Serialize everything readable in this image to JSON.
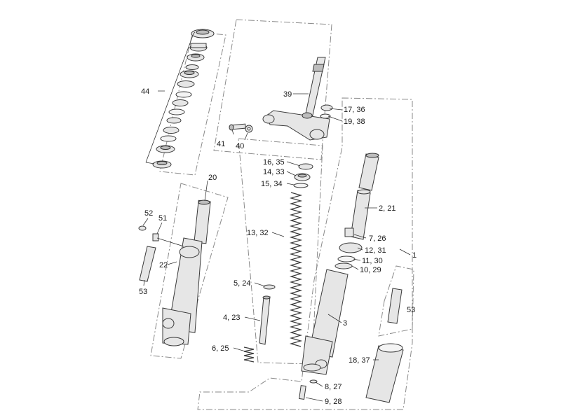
{
  "colors": {
    "line": "#333333",
    "part_fill": "#e6e6e6",
    "part_dark": "#bdbdbd",
    "group_box": "#8a8a8a"
  },
  "labels": {
    "l44": "44",
    "l39": "39",
    "l17_36": "17, 36",
    "l19_38": "19, 38",
    "l41": "41",
    "l40": "40",
    "l16_35": "16, 35",
    "l14_33": "14, 33",
    "l15_34": "15, 34",
    "l13_32": "13, 32",
    "l5_24": "5, 24",
    "l4_23": "4, 23",
    "l6_25": "6, 25",
    "l20": "20",
    "l52": "52",
    "l51": "51",
    "l22": "22",
    "l53_left": "53",
    "l2_21": "2, 21",
    "l7_26": "7, 26",
    "l12_31": "12, 31",
    "l11_30": "11, 30",
    "l10_29": "10, 29",
    "l1": "1",
    "l3": "3",
    "l53_right": "53",
    "l18_37": "18, 37",
    "l8_27": "8, 27",
    "l9_28": "9, 28"
  }
}
